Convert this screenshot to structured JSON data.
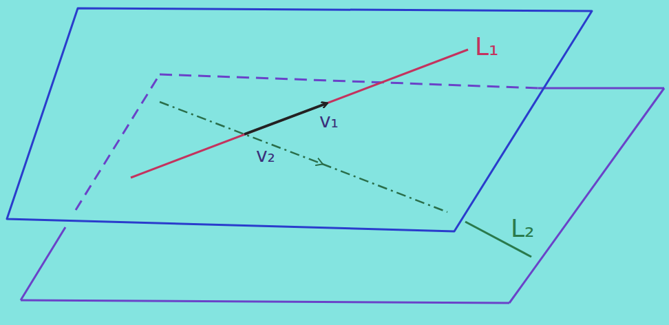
{
  "diagram": {
    "labels": [
      "L₁",
      "L₂",
      "v₁",
      "v₂"
    ]
  }
}
